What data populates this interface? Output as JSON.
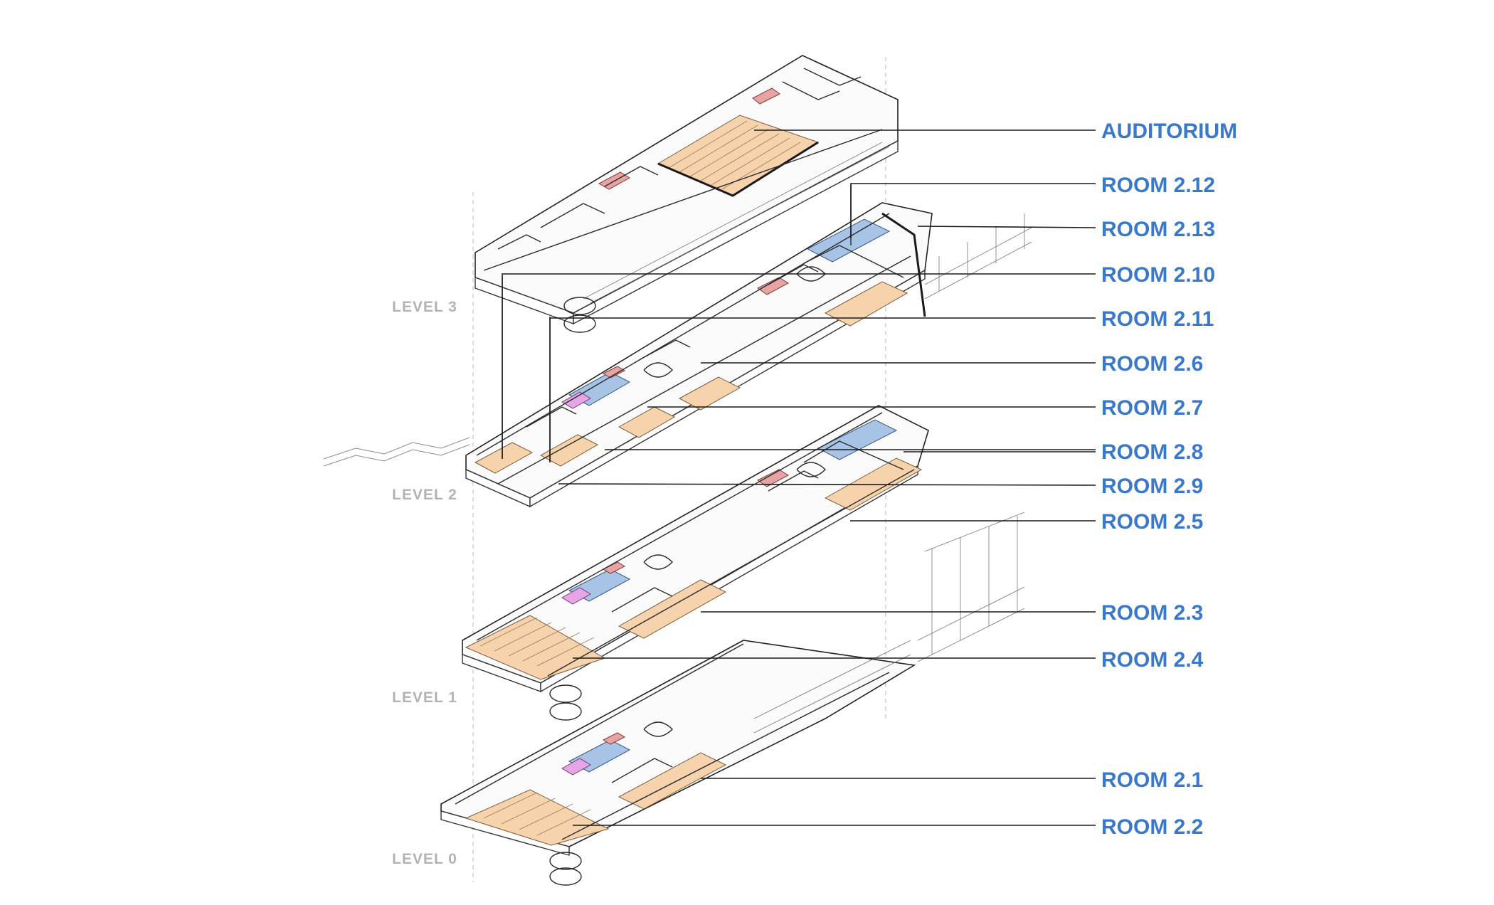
{
  "room_labels": [
    {
      "id": "auditorium",
      "text": "AUDITORIUM"
    },
    {
      "id": "room-2-12",
      "text": "ROOM 2.12"
    },
    {
      "id": "room-2-13",
      "text": "ROOM 2.13"
    },
    {
      "id": "room-2-10",
      "text": "ROOM 2.10"
    },
    {
      "id": "room-2-11",
      "text": "ROOM 2.11"
    },
    {
      "id": "room-2-6",
      "text": "ROOM 2.6"
    },
    {
      "id": "room-2-7",
      "text": "ROOM 2.7"
    },
    {
      "id": "room-2-8",
      "text": "ROOM 2.8"
    },
    {
      "id": "room-2-9",
      "text": "ROOM 2.9"
    },
    {
      "id": "room-2-5",
      "text": "ROOM 2.5"
    },
    {
      "id": "room-2-3",
      "text": "ROOM 2.3"
    },
    {
      "id": "room-2-4",
      "text": "ROOM 2.4"
    },
    {
      "id": "room-2-1",
      "text": "ROOM 2.1"
    },
    {
      "id": "room-2-2",
      "text": "ROOM 2.2"
    }
  ],
  "level_labels": [
    {
      "id": "level-3",
      "text": "LEVEL 3"
    },
    {
      "id": "level-2",
      "text": "LEVEL 2"
    },
    {
      "id": "level-1",
      "text": "LEVEL 1"
    },
    {
      "id": "level-0",
      "text": "LEVEL 0"
    }
  ],
  "colors": {
    "label_blue": "#3a78c9",
    "level_grey": "#b3b3b3",
    "classroom_orange": "#f6d3ad",
    "service_blue": "#a7c4e6",
    "service_red": "#e9a3a3",
    "service_pink": "#e6a6e6"
  }
}
